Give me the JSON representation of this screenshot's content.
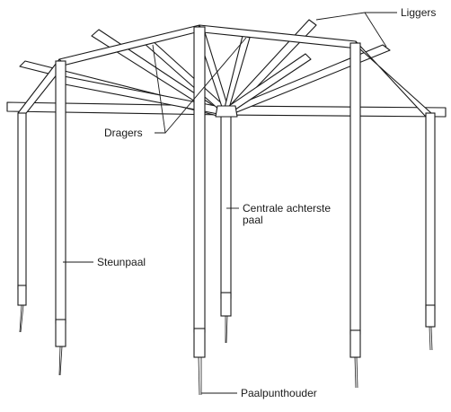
{
  "labels": {
    "liggers": "Liggers",
    "dragers": "Dragers",
    "centrale_line1": "Centrale achterste",
    "centrale_line2": "paal",
    "steunpaal": "Steunpaal",
    "paalpunthouder": "Paalpunthouder"
  },
  "colors": {
    "line": "#1a1a1a",
    "background": "#ffffff"
  }
}
